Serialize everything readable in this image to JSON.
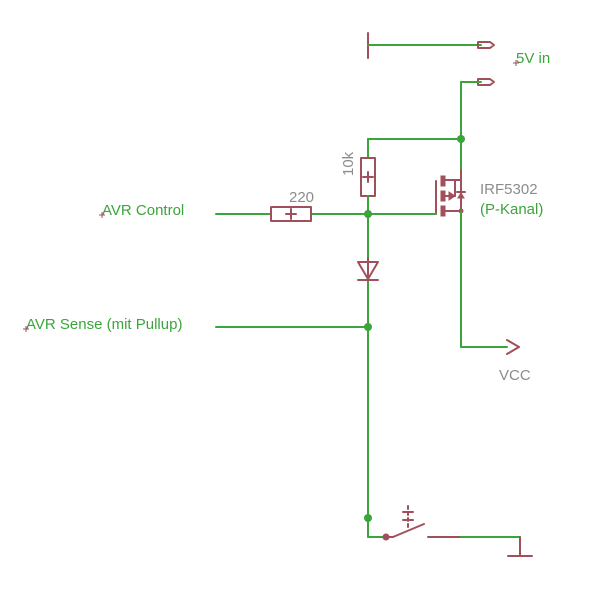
{
  "labels": {
    "supply": "5V in",
    "avr_control": "AVR Control",
    "avr_sense": "AVR Sense (mit Pullup)",
    "mosfet_name": "IRF5302",
    "mosfet_type": "(P-Kanal)",
    "r_gate": "220",
    "r_pullup": "10k",
    "vcc": "VCC"
  },
  "colors": {
    "wire": "#3ba53b",
    "symbol": "#a0505a",
    "value_text": "#8c8c8c"
  }
}
